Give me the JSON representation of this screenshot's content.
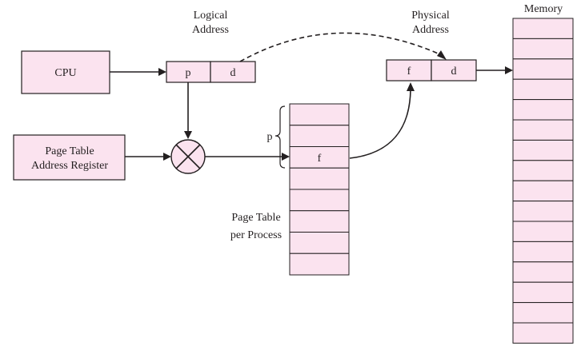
{
  "labels": {
    "logical_address": [
      "Logical",
      "Address"
    ],
    "physical_address": [
      "Physical",
      "Address"
    ],
    "memory": "Memory",
    "cpu": "CPU",
    "page_table_register": [
      "Page Table",
      "Address Register"
    ],
    "page_table": [
      "Page Table",
      "per Process"
    ],
    "page_index": "p"
  },
  "logical_fields": [
    "p",
    "d"
  ],
  "physical_fields": [
    "f",
    "d"
  ],
  "page_table_entry": "f",
  "memory_cells": 16,
  "page_table_cells": 8
}
